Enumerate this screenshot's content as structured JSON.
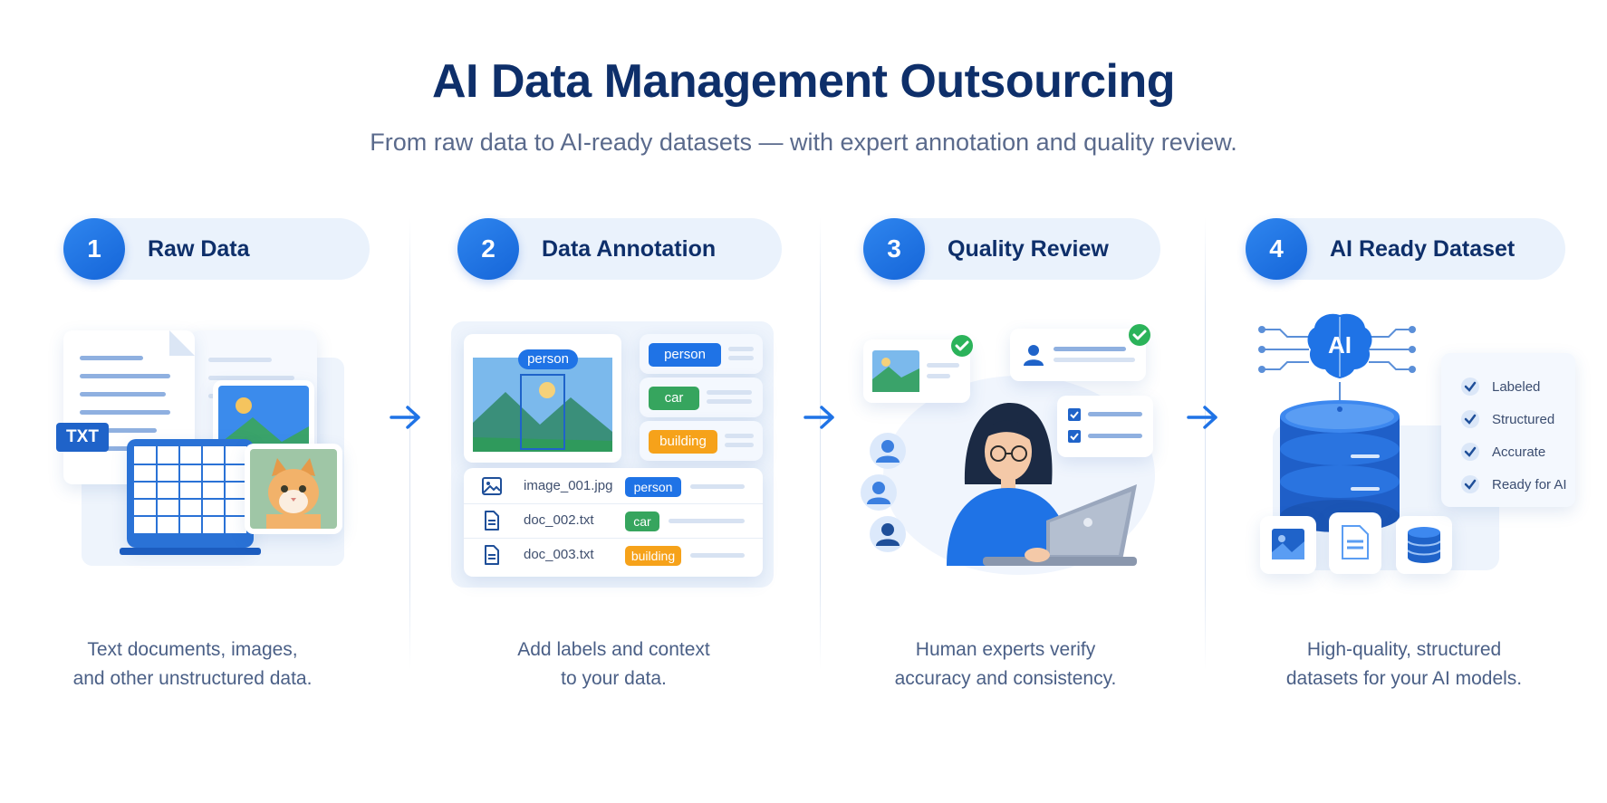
{
  "header": {
    "title": "AI Data Management Outsourcing",
    "subtitle": "From raw data to AI-ready datasets — with expert annotation and quality review."
  },
  "steps": [
    {
      "number": "1",
      "label": "Raw Data",
      "caption_line1": "Text documents, images,",
      "caption_line2": "and other unstructured data."
    },
    {
      "number": "2",
      "label": "Data Annotation",
      "caption_line1": "Add labels and context",
      "caption_line2": "to your data."
    },
    {
      "number": "3",
      "label": "Quality Review",
      "caption_line1": "Human experts verify",
      "caption_line2": "accuracy and consistency."
    },
    {
      "number": "4",
      "label": "AI Ready Dataset",
      "caption_line1": "High-quality, structured",
      "caption_line2": "datasets for your AI models."
    }
  ],
  "raw_data": {
    "txt_badge": "TXT"
  },
  "annotation": {
    "image_box_label": "person",
    "tags": [
      "person",
      "car",
      "building"
    ],
    "files": [
      {
        "name": "image_001.jpg",
        "tag": "person",
        "icon": "image-file-icon"
      },
      {
        "name": "doc_002.txt",
        "tag": "car",
        "icon": "document-file-icon"
      },
      {
        "name": "doc_003.txt",
        "tag": "building",
        "icon": "document-file-icon"
      }
    ]
  },
  "dataset": {
    "ai_badge": "AI",
    "checks": [
      "Labeled",
      "Structured",
      "Accurate",
      "Ready for AI"
    ]
  },
  "colors": {
    "primary": "#1f73e6",
    "title": "#0e2f6a",
    "tag_green": "#36a55e",
    "tag_orange": "#f6a21a",
    "check_green": "#2bb35a"
  }
}
